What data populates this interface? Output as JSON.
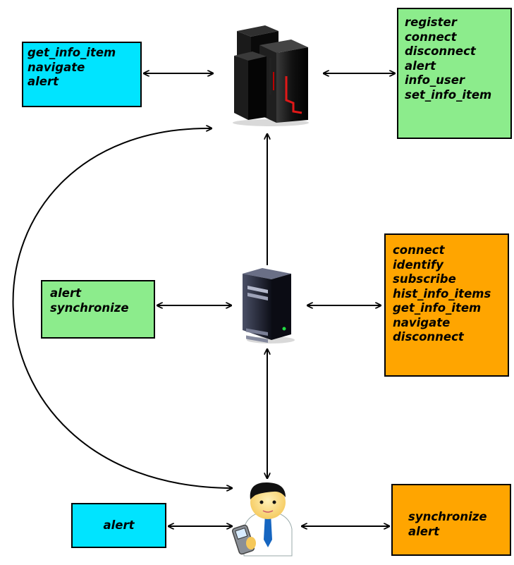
{
  "top_left_box": {
    "lines": [
      "get_info_item",
      "navigate",
      "alert"
    ],
    "color": "#00e4ff"
  },
  "top_right_box": {
    "lines": [
      "register",
      "connect",
      "disconnect",
      "alert",
      "info_user",
      "set_info_item"
    ],
    "color": "#8cec8c"
  },
  "mid_left_box": {
    "lines": [
      "alert",
      "synchronize"
    ],
    "color": "#8cec8c"
  },
  "mid_right_box": {
    "lines": [
      "connect",
      "identify",
      "subscribe",
      "hist_info_items",
      "get_info_item",
      "navigate",
      "disconnect"
    ],
    "color": "#ffa500"
  },
  "bottom_left_box": {
    "lines": [
      "alert"
    ],
    "color": "#00e4ff"
  },
  "bottom_right_box": {
    "lines": [
      "synchronize",
      "alert"
    ],
    "color": "#ffa500"
  },
  "icons": {
    "top": "mainframe-server-icon",
    "middle": "tower-server-icon",
    "bottom": "mobile-user-icon"
  }
}
